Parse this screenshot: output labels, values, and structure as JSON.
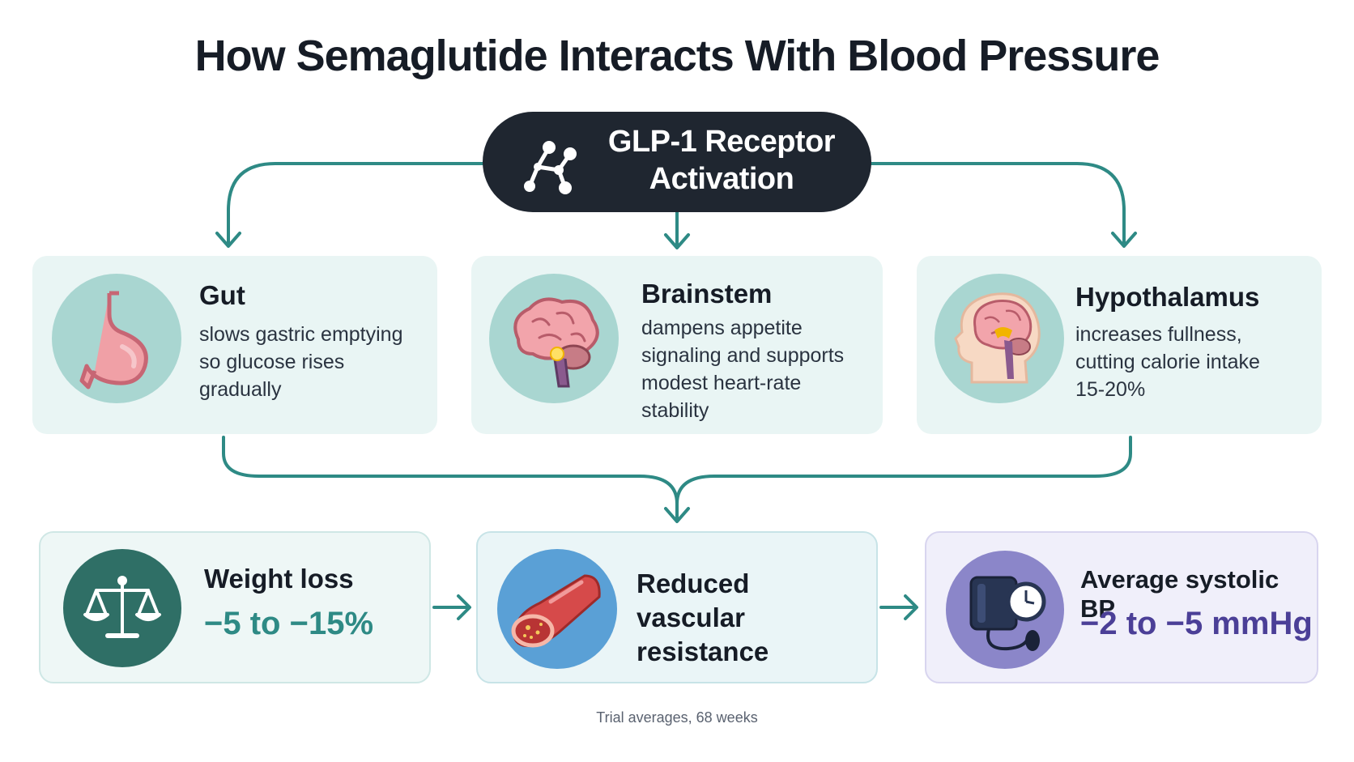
{
  "title": "How Semaglutide Interacts With Blood Pressure",
  "top": {
    "line1": "GLP-1 Receptor",
    "line2": "Activation",
    "icon": "molecule-icon"
  },
  "pathways": [
    {
      "heading": "Gut",
      "lines": [
        "slows gastric emptying",
        "so glucose rises",
        "gradually"
      ],
      "icon": "stomach-icon"
    },
    {
      "heading": "Brainstem",
      "lines": [
        "dampens appetite",
        "signaling and supports",
        "modest heart-rate",
        "stability"
      ],
      "icon": "brain-icon"
    },
    {
      "heading": "Hypothalamus",
      "lines": [
        "increases fullness,",
        "cutting calorie intake",
        "15-20%"
      ],
      "icon": "head-brain-icon"
    }
  ],
  "outcomes": [
    {
      "heading": "Weight loss",
      "value": "−5 to −15%",
      "icon": "scale-icon"
    },
    {
      "line1": "Reduced",
      "line2": "vascular resistance",
      "icon": "blood-vessel-icon"
    },
    {
      "heading": "Average systolic BP",
      "value": "−2 to −5 mmHg",
      "icon": "blood-pressure-monitor-icon"
    }
  ],
  "footnote": "Trial averages, 68 weeks",
  "colors": {
    "teal": "#2e8a85",
    "dark": "#1f2630",
    "purple": "#4b3f97",
    "card_bg": "#e9f5f4",
    "purple_bg": "#f0effa"
  }
}
